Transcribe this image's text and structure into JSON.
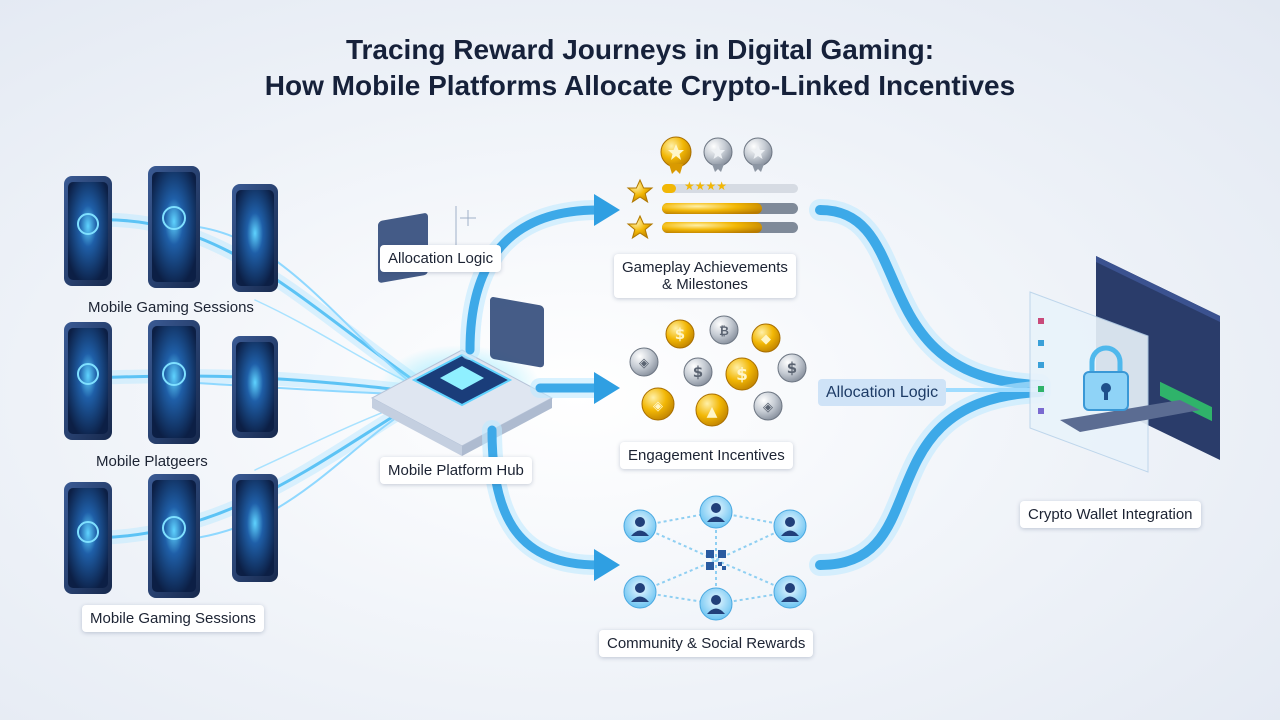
{
  "title": {
    "line1": "Tracing Reward Journeys in Digital Gaming:",
    "line2": "How Mobile Platforms Allocate Crypto-Linked Incentives"
  },
  "labels": {
    "sessions_top": "Mobile Gaming Sessions",
    "players_mid": "Mobile Platgeers",
    "sessions_bottom": "Mobile Gaming Sessions",
    "allocation_logic_left": "Allocation Logic",
    "hub": "Mobile Platform Hub",
    "achievements_line1": "Gameplay Achievements",
    "achievements_line2": "& Milestones",
    "engagement": "Engagement Incentives",
    "community": "Community & Social Rewards",
    "allocation_logic_right": "Allocation Logic",
    "wallet": "Crypto Wallet Integration"
  },
  "colors": {
    "flow": "#3da9e8",
    "flow_glow": "#9fdcff",
    "gold": "#f2b705",
    "silver": "#b9c0ca",
    "phone_body": "#2a3f6e",
    "phone_screen": "#0f2a5a",
    "title": "#16213a",
    "wallet_green": "#2fb36a"
  },
  "icons": [
    "phone-icon",
    "hub-chip-icon",
    "medal-icon",
    "star-icon",
    "coin-icon",
    "user-icon",
    "qr-icon",
    "lock-icon"
  ]
}
